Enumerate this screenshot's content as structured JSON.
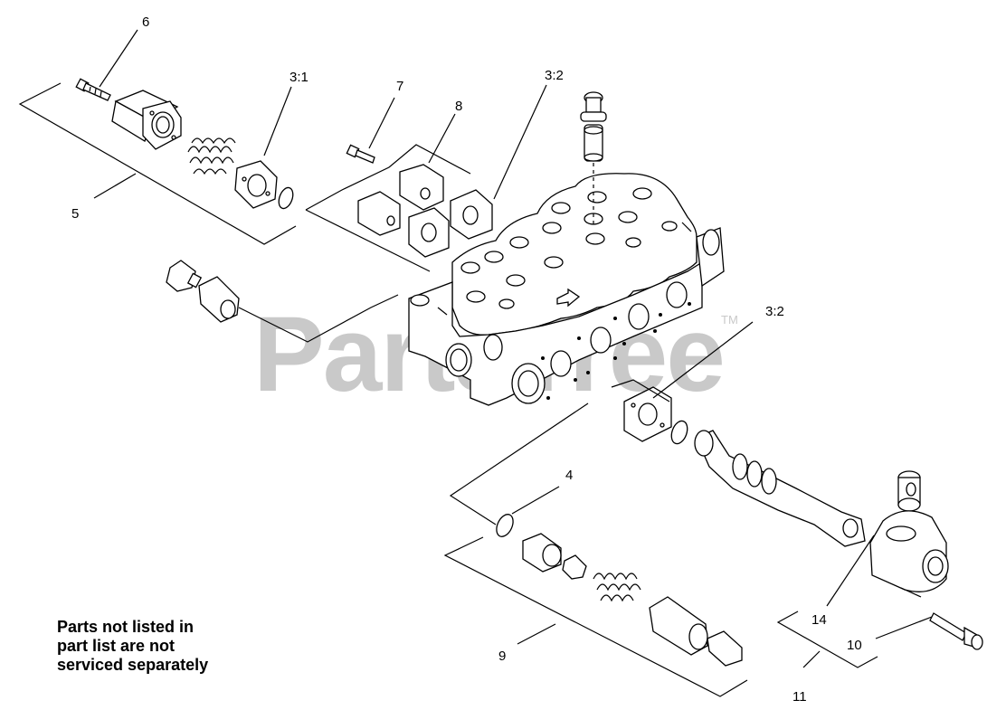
{
  "watermark": {
    "text": "PartsTree",
    "mark": "TM"
  },
  "callouts": {
    "c6": "6",
    "c3_1": "3:1",
    "c7": "7",
    "c8": "8",
    "c3_2_top": "3:2",
    "c5": "5",
    "c3_2_right": "3:2",
    "c4": "4",
    "c9": "9",
    "c14": "14",
    "c10": "10",
    "c11": "11"
  },
  "note": {
    "line1": "Parts not listed in",
    "line2": "part list are not",
    "line3": "serviced separately"
  }
}
